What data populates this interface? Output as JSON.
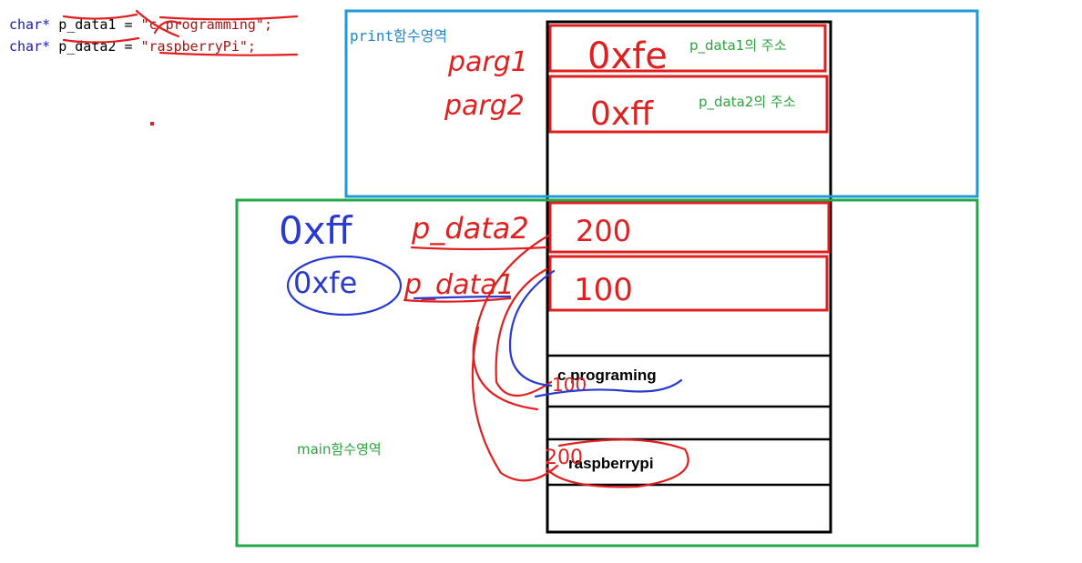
{
  "code": {
    "line1": {
      "type": "char*",
      "var": "p_data1",
      "eq": "=",
      "value": "\"c programming\";"
    },
    "line2": {
      "type": "char*",
      "var": "p_data2",
      "eq": "=",
      "value": "\"raspberryPi\";"
    }
  },
  "regions": {
    "print_label": "print함수영역",
    "main_label": "main함수영역"
  },
  "print_frame": {
    "cell1_annotation": "p_data1의 주소",
    "cell2_annotation": "p_data2의 주소",
    "cell1_handwritten_value": "0xfe",
    "cell2_handwritten_value": "0xff",
    "cell1_handwritten_name": "parg1",
    "cell2_handwritten_name": "parg2"
  },
  "main_frame": {
    "var_cell1_value": "200",
    "var_cell2_value": "100",
    "var1_name": "p_data2",
    "var2_name": "p_data1",
    "var1_addr": "0xff",
    "var2_addr": "0xfe",
    "string1": "c programing",
    "string2": "raspberrypi",
    "string1_addr_note": "100",
    "string2_addr_note": "200"
  },
  "colors": {
    "print_frame": "#1e9ad6",
    "main_frame": "#22a84a",
    "highlight": "#e02020",
    "annotation": "#2aa33c",
    "pen_blue": "#2a3ad0"
  }
}
